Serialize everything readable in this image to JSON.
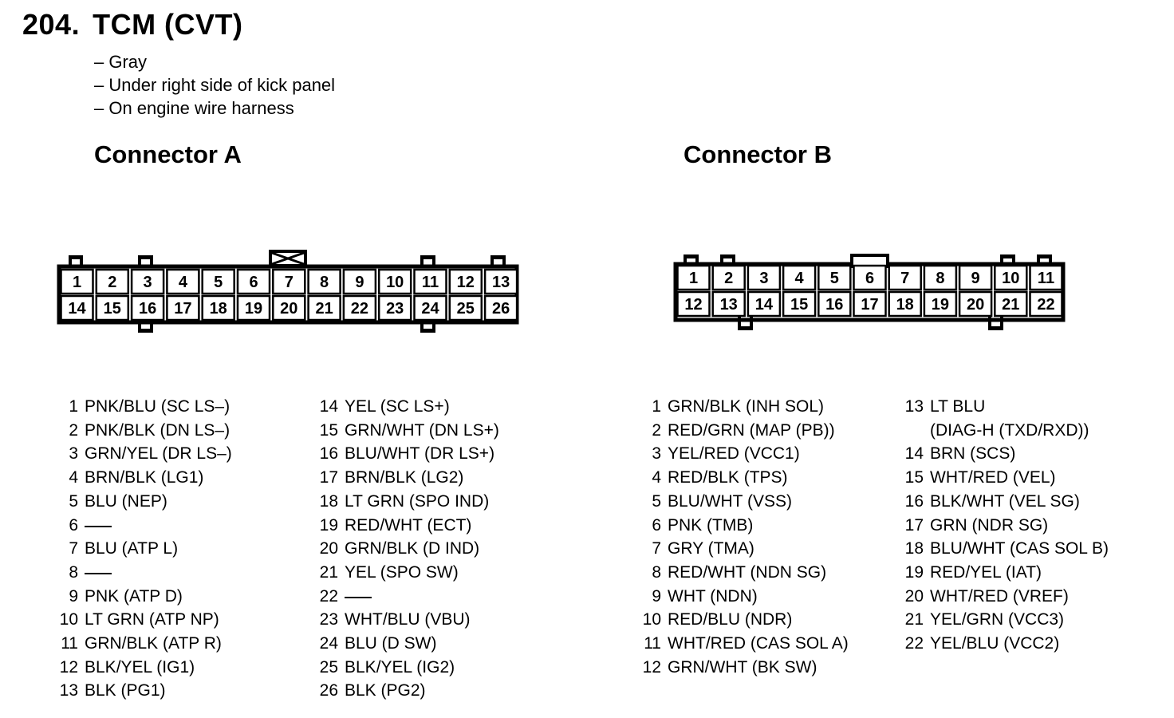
{
  "header": {
    "number": "204.",
    "title": "TCM (CVT)",
    "info": [
      "– Gray",
      "– Under right side of kick panel",
      "– On engine wire harness"
    ]
  },
  "connector_a": {
    "title": "Connector A",
    "top_pins": [
      "1",
      "2",
      "3",
      "4",
      "5",
      "6",
      "7",
      "8",
      "9",
      "10",
      "11",
      "12",
      "13"
    ],
    "bottom_pins": [
      "14",
      "15",
      "16",
      "17",
      "18",
      "19",
      "20",
      "21",
      "22",
      "23",
      "24",
      "25",
      "26"
    ],
    "pins_col1": [
      {
        "n": "1",
        "d": "PNK/BLU (SC LS–)"
      },
      {
        "n": "2",
        "d": "PNK/BLK (DN LS–)"
      },
      {
        "n": "3",
        "d": "GRN/YEL (DR LS–)"
      },
      {
        "n": "4",
        "d": "BRN/BLK (LG1)"
      },
      {
        "n": "5",
        "d": "BLU (NEP)"
      },
      {
        "n": "6",
        "d": ""
      },
      {
        "n": "7",
        "d": "BLU (ATP L)"
      },
      {
        "n": "8",
        "d": ""
      },
      {
        "n": "9",
        "d": "PNK (ATP D)"
      },
      {
        "n": "10",
        "d": "LT GRN (ATP NP)"
      },
      {
        "n": "11",
        "d": "GRN/BLK (ATP R)"
      },
      {
        "n": "12",
        "d": "BLK/YEL (IG1)"
      },
      {
        "n": "13",
        "d": "BLK (PG1)"
      }
    ],
    "pins_col2": [
      {
        "n": "14",
        "d": "YEL (SC LS+)"
      },
      {
        "n": "15",
        "d": "GRN/WHT (DN LS+)"
      },
      {
        "n": "16",
        "d": "BLU/WHT (DR LS+)"
      },
      {
        "n": "17",
        "d": "BRN/BLK (LG2)"
      },
      {
        "n": "18",
        "d": "LT GRN (SPO IND)"
      },
      {
        "n": "19",
        "d": "RED/WHT (ECT)"
      },
      {
        "n": "20",
        "d": "GRN/BLK (D IND)"
      },
      {
        "n": "21",
        "d": "YEL (SPO SW)"
      },
      {
        "n": "22",
        "d": ""
      },
      {
        "n": "23",
        "d": "WHT/BLU (VBU)"
      },
      {
        "n": "24",
        "d": "BLU (D SW)"
      },
      {
        "n": "25",
        "d": "BLK/YEL (IG2)"
      },
      {
        "n": "26",
        "d": "BLK (PG2)"
      }
    ]
  },
  "connector_b": {
    "title": "Connector B",
    "top_pins": [
      "1",
      "2",
      "3",
      "4",
      "5",
      "6",
      "7",
      "8",
      "9",
      "10",
      "11"
    ],
    "bottom_pins": [
      "12",
      "13",
      "14",
      "15",
      "16",
      "17",
      "18",
      "19",
      "20",
      "21",
      "22"
    ],
    "pins_col1": [
      {
        "n": "1",
        "d": "GRN/BLK (INH SOL)"
      },
      {
        "n": "2",
        "d": "RED/GRN (MAP (PB))"
      },
      {
        "n": "3",
        "d": "YEL/RED (VCC1)"
      },
      {
        "n": "4",
        "d": "RED/BLK (TPS)"
      },
      {
        "n": "5",
        "d": "BLU/WHT (VSS)"
      },
      {
        "n": "6",
        "d": "PNK (TMB)"
      },
      {
        "n": "7",
        "d": "GRY (TMA)"
      },
      {
        "n": "8",
        "d": "RED/WHT (NDN SG)"
      },
      {
        "n": "9",
        "d": "WHT (NDN)"
      },
      {
        "n": "10",
        "d": "RED/BLU (NDR)"
      },
      {
        "n": "11",
        "d": "WHT/RED (CAS SOL A)"
      },
      {
        "n": "12",
        "d": "GRN/WHT (BK SW)"
      }
    ],
    "pins_col2": [
      {
        "n": "13",
        "d": "LT BLU"
      },
      {
        "n": "",
        "d": "(DIAG-H (TXD/RXD))"
      },
      {
        "n": "14",
        "d": "BRN (SCS)"
      },
      {
        "n": "15",
        "d": "WHT/RED (VEL)"
      },
      {
        "n": "16",
        "d": "BLK/WHT (VEL SG)"
      },
      {
        "n": "17",
        "d": "GRN (NDR SG)"
      },
      {
        "n": "18",
        "d": "BLU/WHT (CAS SOL B)"
      },
      {
        "n": "19",
        "d": "RED/YEL (IAT)"
      },
      {
        "n": "20",
        "d": "WHT/RED (VREF)"
      },
      {
        "n": "21",
        "d": "YEL/GRN (VCC3)"
      },
      {
        "n": "22",
        "d": "YEL/BLU (VCC2)"
      }
    ]
  }
}
